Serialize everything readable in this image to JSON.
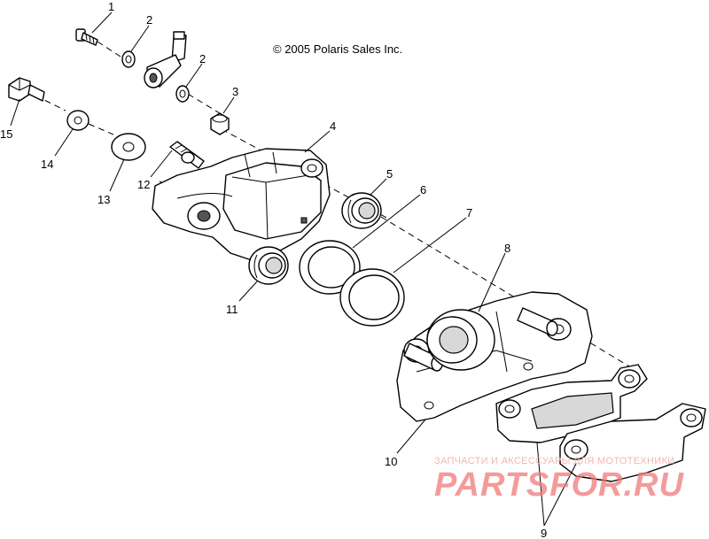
{
  "copyright": "© 2005 Polaris Sales Inc.",
  "watermark": {
    "line1": "ЗАПЧАСТИ И АКСЕССУАРЫ ДЛЯ МОТОТЕХНИКИ",
    "line2": "PARTSFOR.RU"
  },
  "callouts": [
    {
      "id": "c1",
      "label": "1"
    },
    {
      "id": "c2a",
      "label": "2"
    },
    {
      "id": "c2b",
      "label": "2"
    },
    {
      "id": "c3",
      "label": "3"
    },
    {
      "id": "c4",
      "label": "4"
    },
    {
      "id": "c5",
      "label": "5"
    },
    {
      "id": "c6",
      "label": "6"
    },
    {
      "id": "c7",
      "label": "7"
    },
    {
      "id": "c8",
      "label": "8"
    },
    {
      "id": "c9",
      "label": "9"
    },
    {
      "id": "c10",
      "label": "10"
    },
    {
      "id": "c11",
      "label": "11"
    },
    {
      "id": "c12",
      "label": "12"
    },
    {
      "id": "c13",
      "label": "13"
    },
    {
      "id": "c14",
      "label": "14"
    },
    {
      "id": "c15",
      "label": "15"
    }
  ]
}
